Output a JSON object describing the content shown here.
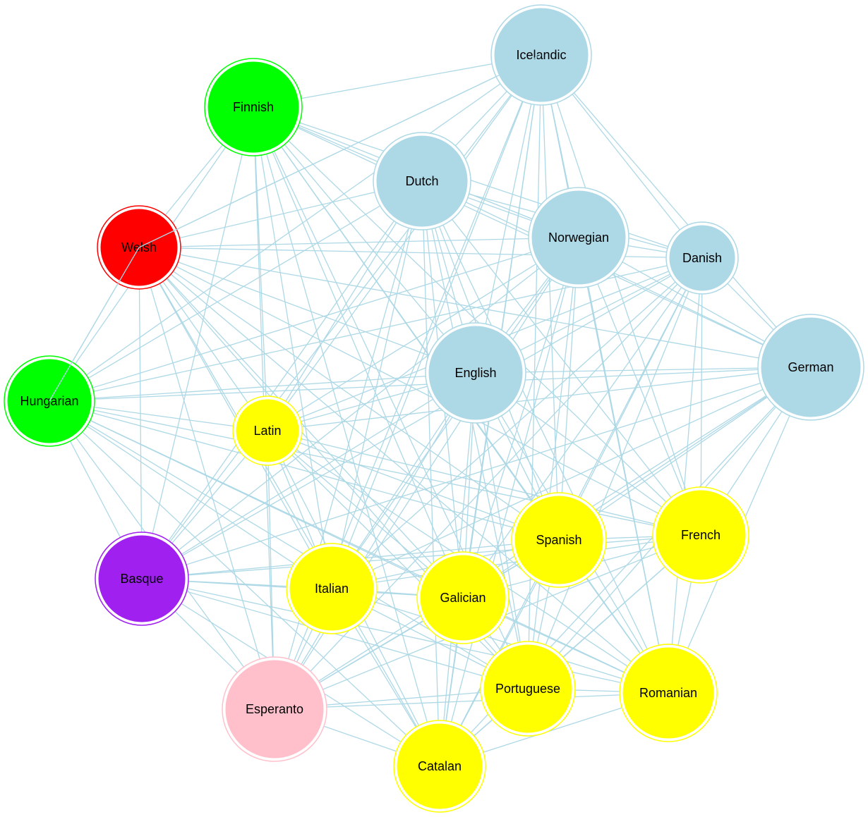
{
  "colors": {
    "edge": "#add8e6",
    "germanic": "#add8e6",
    "romance": "#ffff00",
    "uralic": "#00ff00",
    "celtic": "#ff0000",
    "isolate": "#a020f0",
    "constructed": "#ffc0cb"
  },
  "nodes": [
    {
      "id": "icelandic",
      "label": "Icelandic",
      "group": "germanic"
    },
    {
      "id": "finnish",
      "label": "Finnish",
      "group": "uralic"
    },
    {
      "id": "dutch",
      "label": "Dutch",
      "group": "germanic"
    },
    {
      "id": "norwegian",
      "label": "Norwegian",
      "group": "germanic"
    },
    {
      "id": "danish",
      "label": "Danish",
      "group": "germanic"
    },
    {
      "id": "welsh",
      "label": "Welsh",
      "group": "celtic"
    },
    {
      "id": "english",
      "label": "English",
      "group": "germanic"
    },
    {
      "id": "german",
      "label": "German",
      "group": "germanic"
    },
    {
      "id": "hungarian",
      "label": "Hungarian",
      "group": "uralic"
    },
    {
      "id": "latin",
      "label": "Latin",
      "group": "romance"
    },
    {
      "id": "spanish",
      "label": "Spanish",
      "group": "romance"
    },
    {
      "id": "french",
      "label": "French",
      "group": "romance"
    },
    {
      "id": "basque",
      "label": "Basque",
      "group": "isolate"
    },
    {
      "id": "italian",
      "label": "Italian",
      "group": "romance"
    },
    {
      "id": "galician",
      "label": "Galician",
      "group": "romance"
    },
    {
      "id": "portuguese",
      "label": "Portuguese",
      "group": "romance"
    },
    {
      "id": "romanian",
      "label": "Romanian",
      "group": "romance"
    },
    {
      "id": "esperanto",
      "label": "Esperanto",
      "group": "constructed"
    },
    {
      "id": "catalan",
      "label": "Catalan",
      "group": "romance"
    }
  ],
  "edges": [
    [
      "icelandic",
      "finnish"
    ],
    [
      "icelandic",
      "dutch"
    ],
    [
      "icelandic",
      "norwegian"
    ],
    [
      "icelandic",
      "danish"
    ],
    [
      "icelandic",
      "welsh"
    ],
    [
      "icelandic",
      "english"
    ],
    [
      "icelandic",
      "german"
    ],
    [
      "icelandic",
      "hungarian"
    ],
    [
      "icelandic",
      "latin"
    ],
    [
      "icelandic",
      "spanish"
    ],
    [
      "icelandic",
      "french"
    ],
    [
      "icelandic",
      "basque"
    ],
    [
      "icelandic",
      "italian"
    ],
    [
      "icelandic",
      "galician"
    ],
    [
      "icelandic",
      "portuguese"
    ],
    [
      "icelandic",
      "romanian"
    ],
    [
      "icelandic",
      "esperanto"
    ],
    [
      "icelandic",
      "catalan"
    ],
    [
      "finnish",
      "dutch"
    ],
    [
      "finnish",
      "norwegian"
    ],
    [
      "finnish",
      "danish"
    ],
    [
      "finnish",
      "welsh"
    ],
    [
      "finnish",
      "english"
    ],
    [
      "finnish",
      "german"
    ],
    [
      "finnish",
      "hungarian"
    ],
    [
      "finnish",
      "latin"
    ],
    [
      "finnish",
      "spanish"
    ],
    [
      "finnish",
      "french"
    ],
    [
      "finnish",
      "basque"
    ],
    [
      "finnish",
      "italian"
    ],
    [
      "finnish",
      "galician"
    ],
    [
      "finnish",
      "portuguese"
    ],
    [
      "finnish",
      "romanian"
    ],
    [
      "finnish",
      "esperanto"
    ],
    [
      "finnish",
      "catalan"
    ],
    [
      "dutch",
      "norwegian"
    ],
    [
      "dutch",
      "danish"
    ],
    [
      "dutch",
      "welsh"
    ],
    [
      "dutch",
      "english"
    ],
    [
      "dutch",
      "german"
    ],
    [
      "dutch",
      "hungarian"
    ],
    [
      "dutch",
      "latin"
    ],
    [
      "dutch",
      "spanish"
    ],
    [
      "dutch",
      "french"
    ],
    [
      "dutch",
      "basque"
    ],
    [
      "dutch",
      "italian"
    ],
    [
      "dutch",
      "galician"
    ],
    [
      "dutch",
      "portuguese"
    ],
    [
      "dutch",
      "romanian"
    ],
    [
      "dutch",
      "esperanto"
    ],
    [
      "dutch",
      "catalan"
    ],
    [
      "norwegian",
      "danish"
    ],
    [
      "norwegian",
      "welsh"
    ],
    [
      "norwegian",
      "english"
    ],
    [
      "norwegian",
      "german"
    ],
    [
      "norwegian",
      "hungarian"
    ],
    [
      "norwegian",
      "latin"
    ],
    [
      "norwegian",
      "spanish"
    ],
    [
      "norwegian",
      "french"
    ],
    [
      "norwegian",
      "basque"
    ],
    [
      "norwegian",
      "italian"
    ],
    [
      "norwegian",
      "galician"
    ],
    [
      "norwegian",
      "portuguese"
    ],
    [
      "norwegian",
      "romanian"
    ],
    [
      "norwegian",
      "esperanto"
    ],
    [
      "norwegian",
      "catalan"
    ],
    [
      "danish",
      "welsh"
    ],
    [
      "danish",
      "english"
    ],
    [
      "danish",
      "german"
    ],
    [
      "danish",
      "hungarian"
    ],
    [
      "danish",
      "latin"
    ],
    [
      "danish",
      "spanish"
    ],
    [
      "danish",
      "french"
    ],
    [
      "danish",
      "basque"
    ],
    [
      "danish",
      "italian"
    ],
    [
      "danish",
      "galician"
    ],
    [
      "danish",
      "portuguese"
    ],
    [
      "danish",
      "romanian"
    ],
    [
      "danish",
      "esperanto"
    ],
    [
      "danish",
      "catalan"
    ],
    [
      "welsh",
      "english"
    ],
    [
      "welsh",
      "german"
    ],
    [
      "welsh",
      "hungarian"
    ],
    [
      "welsh",
      "latin"
    ],
    [
      "welsh",
      "spanish"
    ],
    [
      "welsh",
      "french"
    ],
    [
      "welsh",
      "basque"
    ],
    [
      "welsh",
      "italian"
    ],
    [
      "welsh",
      "galician"
    ],
    [
      "welsh",
      "portuguese"
    ],
    [
      "welsh",
      "romanian"
    ],
    [
      "welsh",
      "esperanto"
    ],
    [
      "welsh",
      "catalan"
    ],
    [
      "english",
      "german"
    ],
    [
      "english",
      "hungarian"
    ],
    [
      "english",
      "latin"
    ],
    [
      "english",
      "spanish"
    ],
    [
      "english",
      "french"
    ],
    [
      "english",
      "basque"
    ],
    [
      "english",
      "italian"
    ],
    [
      "english",
      "galician"
    ],
    [
      "english",
      "portuguese"
    ],
    [
      "english",
      "romanian"
    ],
    [
      "english",
      "esperanto"
    ],
    [
      "english",
      "catalan"
    ],
    [
      "german",
      "hungarian"
    ],
    [
      "german",
      "latin"
    ],
    [
      "german",
      "spanish"
    ],
    [
      "german",
      "french"
    ],
    [
      "german",
      "basque"
    ],
    [
      "german",
      "italian"
    ],
    [
      "german",
      "galician"
    ],
    [
      "german",
      "portuguese"
    ],
    [
      "german",
      "romanian"
    ],
    [
      "german",
      "esperanto"
    ],
    [
      "german",
      "catalan"
    ],
    [
      "hungarian",
      "latin"
    ],
    [
      "hungarian",
      "spanish"
    ],
    [
      "hungarian",
      "french"
    ],
    [
      "hungarian",
      "basque"
    ],
    [
      "hungarian",
      "italian"
    ],
    [
      "hungarian",
      "galician"
    ],
    [
      "hungarian",
      "portuguese"
    ],
    [
      "hungarian",
      "romanian"
    ],
    [
      "hungarian",
      "esperanto"
    ],
    [
      "hungarian",
      "catalan"
    ],
    [
      "latin",
      "spanish"
    ],
    [
      "latin",
      "french"
    ],
    [
      "latin",
      "basque"
    ],
    [
      "latin",
      "italian"
    ],
    [
      "latin",
      "galician"
    ],
    [
      "latin",
      "portuguese"
    ],
    [
      "latin",
      "romanian"
    ],
    [
      "latin",
      "esperanto"
    ],
    [
      "latin",
      "catalan"
    ],
    [
      "spanish",
      "french"
    ],
    [
      "spanish",
      "basque"
    ],
    [
      "spanish",
      "italian"
    ],
    [
      "spanish",
      "galician"
    ],
    [
      "spanish",
      "portuguese"
    ],
    [
      "spanish",
      "romanian"
    ],
    [
      "spanish",
      "esperanto"
    ],
    [
      "spanish",
      "catalan"
    ],
    [
      "french",
      "basque"
    ],
    [
      "french",
      "italian"
    ],
    [
      "french",
      "galician"
    ],
    [
      "french",
      "portuguese"
    ],
    [
      "french",
      "romanian"
    ],
    [
      "french",
      "esperanto"
    ],
    [
      "french",
      "catalan"
    ],
    [
      "basque",
      "italian"
    ],
    [
      "basque",
      "galician"
    ],
    [
      "basque",
      "portuguese"
    ],
    [
      "basque",
      "romanian"
    ],
    [
      "basque",
      "esperanto"
    ],
    [
      "basque",
      "catalan"
    ],
    [
      "italian",
      "galician"
    ],
    [
      "italian",
      "portuguese"
    ],
    [
      "italian",
      "romanian"
    ],
    [
      "italian",
      "esperanto"
    ],
    [
      "italian",
      "catalan"
    ],
    [
      "galician",
      "portuguese"
    ],
    [
      "galician",
      "romanian"
    ],
    [
      "galician",
      "esperanto"
    ],
    [
      "galician",
      "catalan"
    ],
    [
      "portuguese",
      "romanian"
    ],
    [
      "portuguese",
      "esperanto"
    ],
    [
      "portuguese",
      "catalan"
    ],
    [
      "romanian",
      "esperanto"
    ],
    [
      "romanian",
      "catalan"
    ],
    [
      "esperanto",
      "catalan"
    ]
  ]
}
